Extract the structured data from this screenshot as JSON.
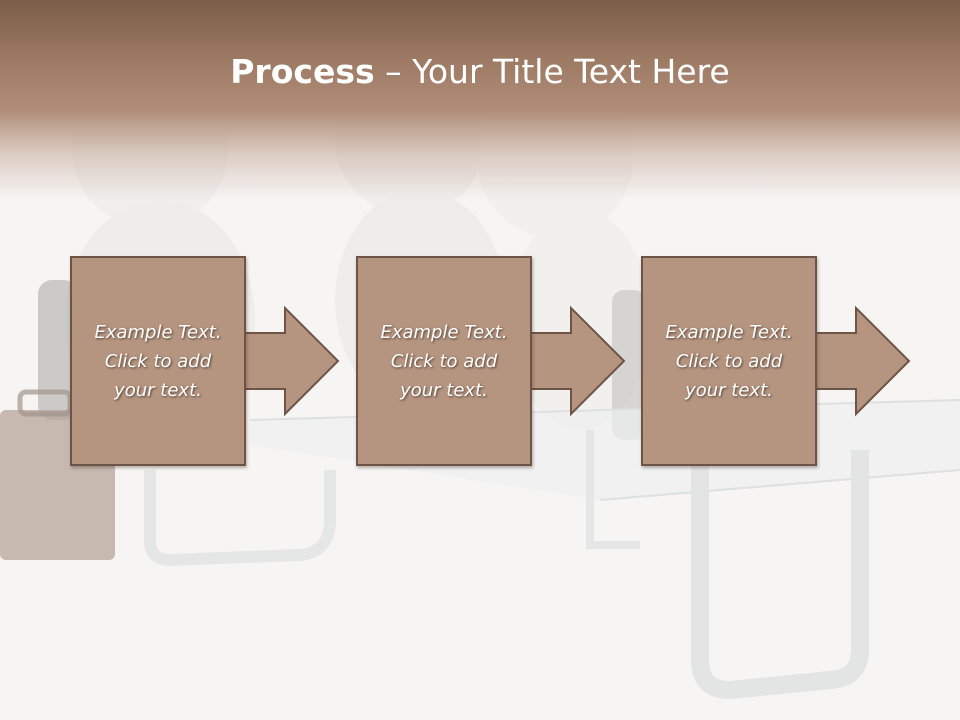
{
  "slide": {
    "title_bold": "Process",
    "title_rest": " – Your Title Text Here"
  },
  "steps": [
    {
      "text": "Example Text.\nClick  to add\nyour text."
    },
    {
      "text": "Example Text.\nClick  to add\nyour text."
    },
    {
      "text": "Example Text.\nClick  to add\nyour text."
    }
  ],
  "colors": {
    "header": "#9d7a64",
    "box_fill": "#b59580",
    "box_border": "#6e5446",
    "title_text": "#ffffff"
  }
}
